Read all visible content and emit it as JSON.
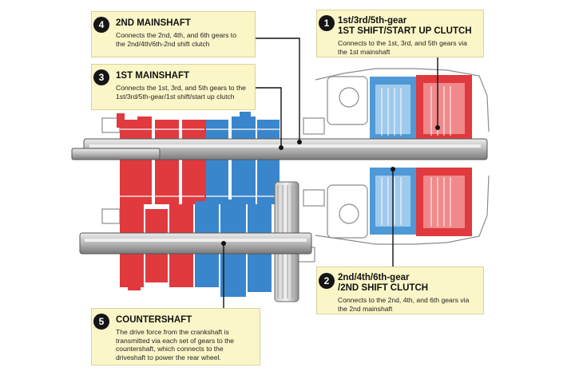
{
  "callouts": [
    {
      "number": "4",
      "title": "2ND MAINSHAFT",
      "title2": "",
      "desc": "Connects the 2nd, 4th, and 6th gears to the 2nd/4th/6th-2nd shift clutch"
    },
    {
      "number": "3",
      "title": "1ST MAINSHAFT",
      "title2": "",
      "desc": "Connects the 1st, 3rd, and 5th gears to the 1st/3rd/5th-gear/1st shift/start up clutch"
    },
    {
      "number": "1",
      "title": "1st/3rd/5th-gear",
      "title2": "1ST SHIFT/START UP CLUTCH",
      "desc": "Connects to the 1st, 3rd, and 5th gears via the 1st mainshaft"
    },
    {
      "number": "2",
      "title": "2nd/4th/6th-gear",
      "title2": "/2ND SHIFT CLUTCH",
      "desc": "Connects to the 2nd, 4th, and 6th gears via the 2nd mainshaft"
    },
    {
      "number": "5",
      "title": "COUNTERSHAFT",
      "title2": "",
      "desc": "The drive force from the crankshaft is transmitted via each set of gears to the countershaft, which connects to the driveshaft to power the rear wheel."
    }
  ],
  "colors": {
    "odd_gears": "#e0393e",
    "even_gears": "#3a86cc",
    "shaft": "#a9a9a9",
    "callout_bg": "#fbf6c8"
  }
}
